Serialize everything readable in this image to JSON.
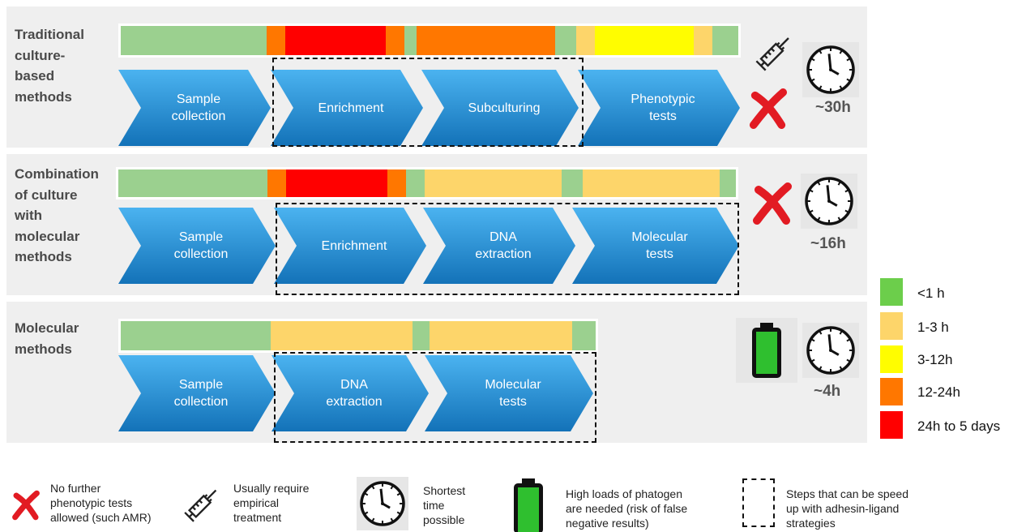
{
  "colors": {
    "green": "#9bd08f",
    "peach": "#fdd56a",
    "yellow": "#fffd00",
    "orange": "#ff7700",
    "red": "#ff0000",
    "chevron": "#1f8fd6",
    "cross": "#e21b23"
  },
  "methods": [
    {
      "title": "Traditional\nculture-\nbased\nmethods",
      "steps": [
        "Sample\ncollection",
        "Enrichment",
        "Subculturing",
        "Phenotypic\ntests"
      ],
      "time": "~30h",
      "bar": [
        [
          "green",
          0.236
        ],
        [
          "orange",
          0.03
        ],
        [
          "red",
          0.163
        ],
        [
          "orange",
          0.03
        ],
        [
          "green",
          0.02
        ],
        [
          "orange",
          0.225
        ],
        [
          "green",
          0.034
        ],
        [
          "peach",
          0.03
        ],
        [
          "yellow",
          0.16
        ],
        [
          "peach",
          0.03
        ],
        [
          "green",
          0.042
        ]
      ]
    },
    {
      "title": "Combination\nof culture\nwith\nmolecular\nmethods",
      "steps": [
        "Sample\ncollection",
        "Enrichment",
        "DNA\nextraction",
        "Molecular\ntests"
      ],
      "time": "~16h",
      "bar": [
        [
          "green",
          0.242
        ],
        [
          "orange",
          0.03
        ],
        [
          "red",
          0.164
        ],
        [
          "orange",
          0.03
        ],
        [
          "green",
          0.03
        ],
        [
          "peach",
          0.222
        ],
        [
          "green",
          0.034
        ],
        [
          "peach",
          0.222
        ],
        [
          "green",
          0.026
        ]
      ]
    },
    {
      "title": "Molecular\nmethods",
      "steps": [
        "Sample\ncollection",
        "DNA\nextraction",
        "Molecular\ntests"
      ],
      "time": "~4h",
      "bar": [
        [
          "green",
          0.315
        ],
        [
          "peach",
          0.3
        ],
        [
          "green",
          0.035
        ],
        [
          "peach",
          0.3
        ],
        [
          "green",
          0.05
        ]
      ]
    }
  ],
  "legend": [
    {
      "label": "<1 h",
      "color": "#6cce4b"
    },
    {
      "label": "1-3 h",
      "color": "#fdd56a"
    },
    {
      "label": "3-12h",
      "color": "#fffd00"
    },
    {
      "label": "12-24h",
      "color": "#ff7700"
    },
    {
      "label": "24h to 5 days",
      "color": "#ff0000"
    }
  ],
  "footnotes": {
    "cross": "No further\nphenotypic tests\nallowed (such AMR)",
    "syringe": "Usually require\nempirical\ntreatment",
    "clock": "Shortest\ntime\npossible",
    "battery": "High loads of phatogen\nare needed (risk of false\nnegative results)",
    "dashed": "Steps that can be speed\nup with adhesin-ligand\nstrategies"
  }
}
